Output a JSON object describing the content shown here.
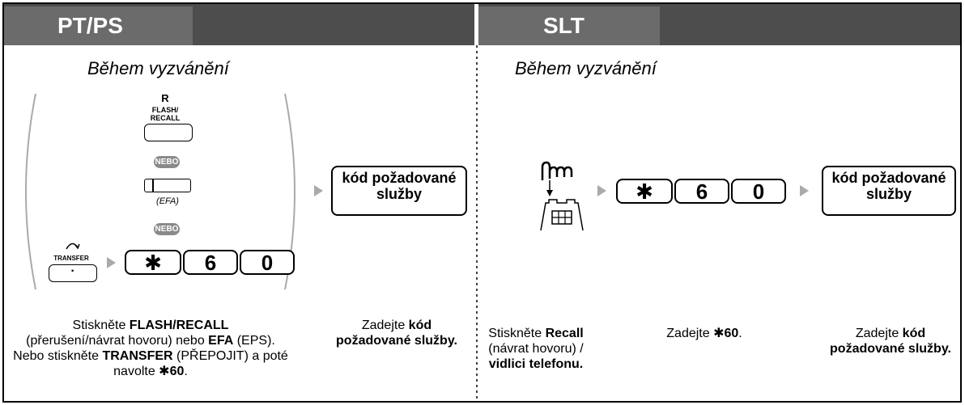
{
  "left": {
    "tab": "PT/PS",
    "subtitle": "Během vyzvánění",
    "r_key": "R",
    "flash_label": "FLASH/\nRECALL",
    "nebo": "NEBO",
    "efa_label": "(EFA)",
    "transfer_label": "TRANSFER",
    "transfer_key_mark": "·",
    "star": "✱",
    "digit6": "6",
    "digit0": "0",
    "code_box": "kód požadované služby",
    "caption1_parts": [
      "Stiskněte ",
      "FLASH/RECALL",
      " (přerušení/návrat hovoru) nebo ",
      "EFA",
      " (EPS). Nebo stiskněte ",
      "TRANSFER",
      " (PŘEPOJIT) a poté navolte ✱",
      "60",
      "."
    ],
    "caption2_parts": [
      "Zadejte ",
      "kód požadované služby",
      "."
    ]
  },
  "right": {
    "tab": "SLT",
    "subtitle": "Během vyzvánění",
    "star": "✱",
    "digit6": "6",
    "digit0": "0",
    "code_box": "kód požadované služby",
    "caption1_parts": [
      "Stiskněte ",
      "Recall",
      " (návrat hovoru) / ",
      "vidlici telefonu",
      "."
    ],
    "caption2_parts": [
      "Zadejte ✱",
      "60",
      "."
    ],
    "caption3_parts": [
      "Zadejte ",
      "kód požadované služby",
      "."
    ]
  },
  "colors": {
    "header_dark": "#4d4d4d",
    "header_tab": "#6b6b6b",
    "pointer": "#aaaaaa",
    "nebo": "#8a8a8a"
  }
}
